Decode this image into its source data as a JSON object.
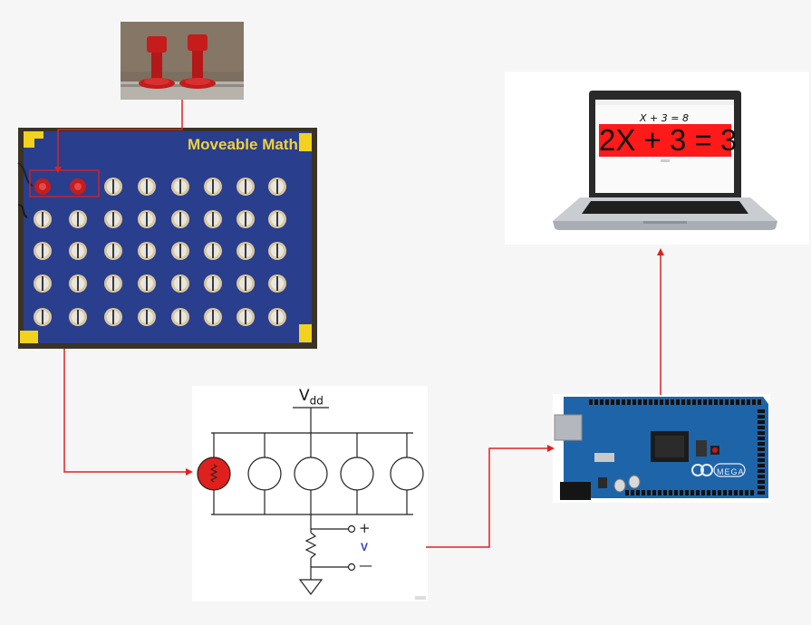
{
  "board": {
    "title": "Moveable Math"
  },
  "screen": {
    "equation_small": "X + 3 = 8",
    "equation_big": "2X + 3 = 3"
  },
  "circuit": {
    "supply_label": "V",
    "supply_subscript": "dd",
    "plus_label": "+",
    "minus_label": "—",
    "output_label": "V"
  },
  "arduino": {
    "model_label": "MEGA"
  },
  "colors": {
    "connector": "#e02020",
    "active_sensor": "#e0201c",
    "board": "#2a3e8e",
    "highlight": "#ff1a1a",
    "board_accent": "#f0d23a"
  },
  "icons": [
    "pegs-photo",
    "pegboard-photo",
    "circuit-schematic",
    "arduino-board",
    "laptop"
  ]
}
